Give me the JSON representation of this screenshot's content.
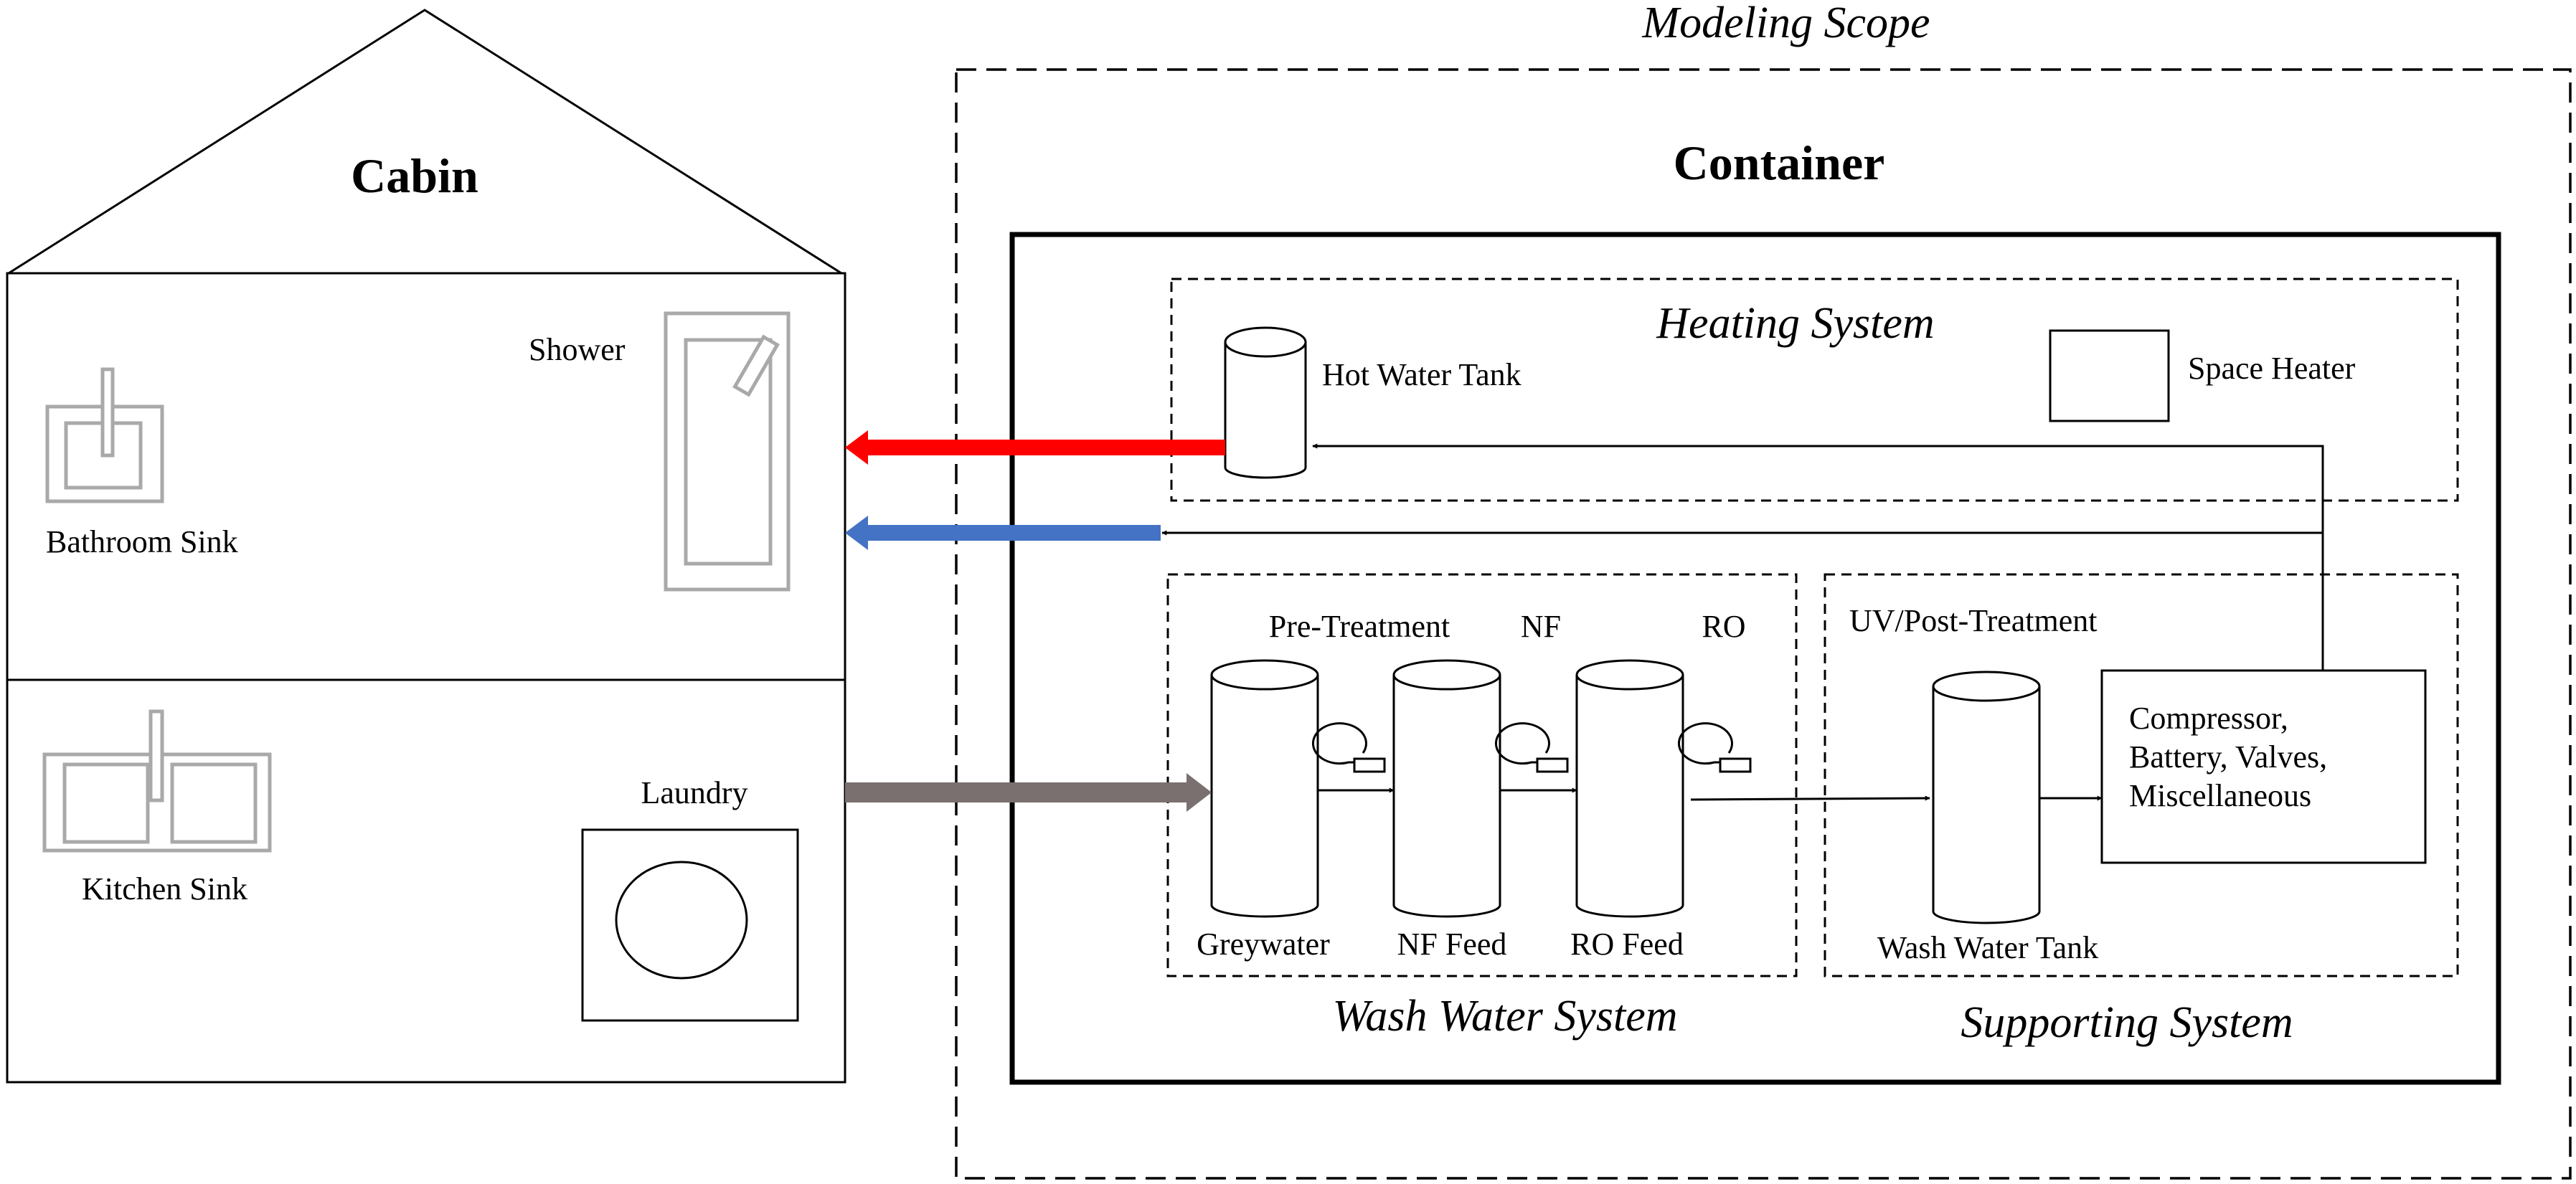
{
  "labels": {
    "modeling_scope": "Modeling Scope",
    "cabin": "Cabin",
    "container": "Container",
    "heating_system": "Heating System",
    "hot_water_tank": "Hot Water Tank",
    "space_heater": "Space Heater",
    "shower": "Shower",
    "bathroom_sink": "Bathroom Sink",
    "kitchen_sink": "Kitchen Sink",
    "laundry": "Laundry",
    "pre_treatment": "Pre-Treatment",
    "nf": "NF",
    "ro": "RO",
    "uv_post_treatment": "UV/Post-Treatment",
    "compressor_line1": "Compressor,",
    "compressor_line2": "Battery, Valves,",
    "compressor_line3": "Miscellaneous",
    "greywater": "Greywater",
    "nf_feed": "NF Feed",
    "ro_feed": "RO Feed",
    "wash_water_tank": "Wash Water Tank",
    "wash_water_system": "Wash Water System",
    "supporting_system": "Supporting System"
  },
  "colors": {
    "hot_water_line": "#ff0000",
    "cold_water_line": "#4472c4",
    "greywater_line": "#7a7070",
    "fixture_outline": "#a9a9a9"
  }
}
